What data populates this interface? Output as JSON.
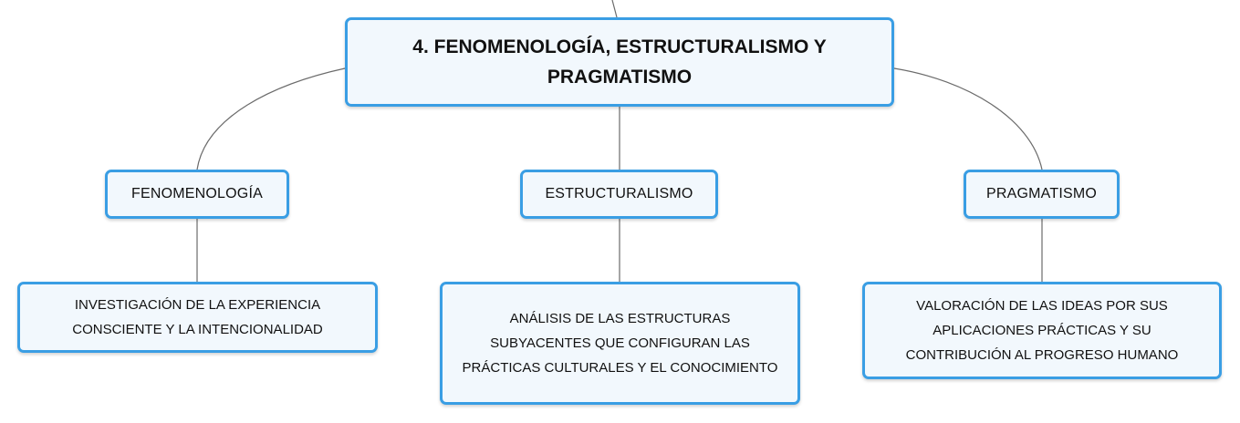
{
  "map": {
    "root": {
      "label": "4. FENOMENOLOGÍA, ESTRUCTURALISMO Y PRAGMATISMO"
    },
    "branches": [
      {
        "label": "FENOMENOLOGÍA",
        "detail": "INVESTIGACIÓN DE LA EXPERIENCIA CONSCIENTE Y LA INTENCIONALIDAD"
      },
      {
        "label": "ESTRUCTURALISMO",
        "detail": "ANÁLISIS DE LAS ESTRUCTURAS SUBYACENTES QUE CONFIGURAN LAS PRÁCTICAS CULTURALES Y EL CONOCIMIENTO"
      },
      {
        "label": "PRAGMATISMO",
        "detail": "VALORACIÓN DE LAS IDEAS POR SUS APLICACIONES PRÁCTICAS Y SU CONTRIBUCIÓN AL PROGRESO HUMANO"
      }
    ]
  },
  "colors": {
    "node_border": "#3a9ee4",
    "node_fill": "#f2f8fd",
    "connector": "#6b6b6b",
    "text": "#111111"
  }
}
